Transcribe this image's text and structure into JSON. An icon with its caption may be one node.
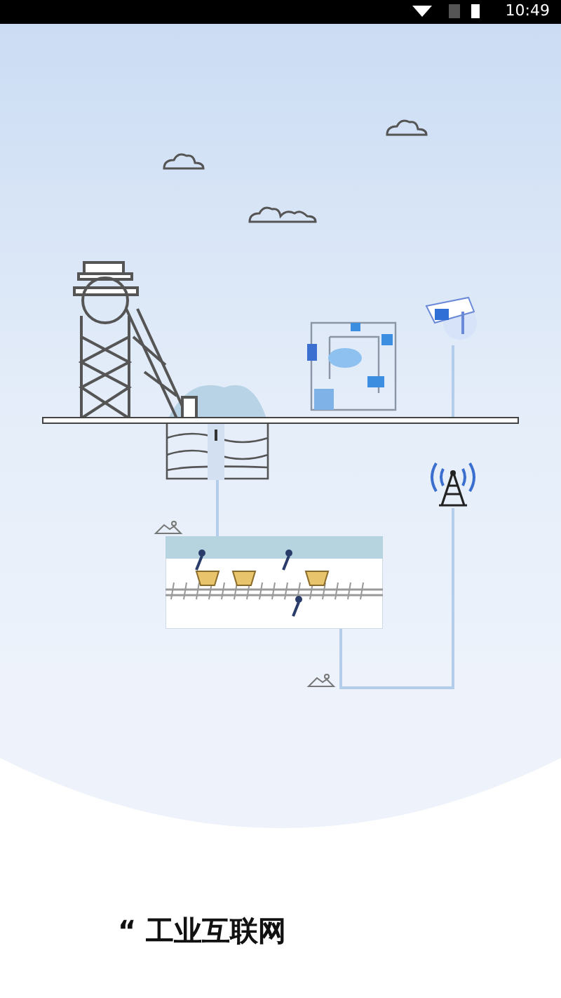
{
  "diagram": {
    "nodes": [
      {
        "text": [],
        "shape": "bar"
      },
      {
        "text": [],
        "shape": "picture"
      },
      {
        "text": [],
        "shape": "picture"
      },
      {
        "text": [],
        "shape": "picture"
      },
      {
        "text": [],
        "shape": "picture"
      }
    ],
    "edges": [
      {
        "from": 2,
        "to": 0,
        "arrow": "none"
      },
      {
        "from": 1,
        "to": 4,
        "arrow": "none"
      },
      {
        "from": 3,
        "to": 4,
        "arrow": "none"
      }
    ],
    "labels": [
      "10:49",
      "“ 工业互联网"
    ]
  }
}
